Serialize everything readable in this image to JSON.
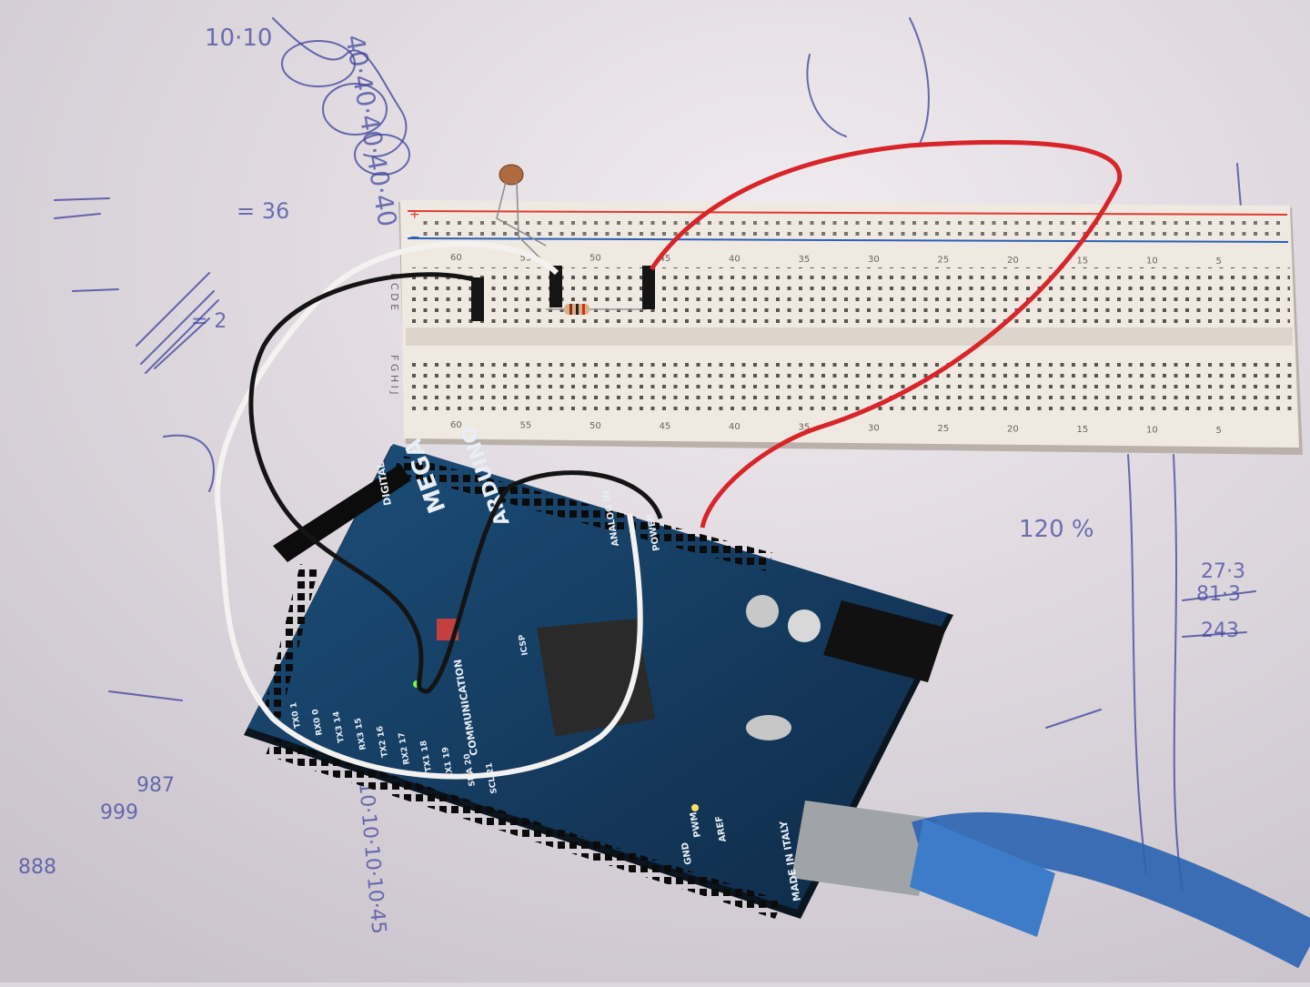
{
  "scene": {
    "colors": {
      "paper": "#e4dfe6",
      "ink": "#3a3f9a",
      "breadboard": "#efe9e2",
      "board": "#1a3a5c",
      "red_wire": "#d8252a",
      "white_wire": "#f4f2f0",
      "black_wire": "#141414",
      "usb_cable": "#2a63b0"
    }
  },
  "breadboard": {
    "columns_top": [
      "60",
      "55",
      "50",
      "45",
      "40",
      "35",
      "30",
      "25",
      "20",
      "15",
      "10",
      "5"
    ],
    "columns_bottom": [
      "60",
      "55",
      "50",
      "45",
      "40",
      "35",
      "30",
      "25",
      "20",
      "15",
      "10",
      "5"
    ],
    "rows_top": "B C D E",
    "rows_bottom": "F G H I J",
    "rail_plus": "+",
    "rail_minus": "−"
  },
  "board": {
    "brand": "ARDUINO",
    "model": "MEGA",
    "origin": "MADE IN ITALY",
    "labels": [
      "DIGITAL",
      "COMMUNICATION",
      "POWER",
      "ANALOG IN",
      "PWM",
      "AREF",
      "GND",
      "ICSP"
    ],
    "comm_pins": [
      "TX0 1",
      "RX0 0",
      "TX3 14",
      "RX3 15",
      "TX2 16",
      "RX2 17",
      "TX1 18",
      "RX1 19",
      "SDA 20",
      "SCL 21"
    ]
  },
  "notes": {
    "scribbles": [
      "40·40·40·40·40",
      "10·10",
      "= 36",
      "= 2",
      "120 %",
      "27·3",
      "81·3",
      "243",
      "987",
      "999",
      "888",
      "10·10·10·10·45"
    ]
  }
}
